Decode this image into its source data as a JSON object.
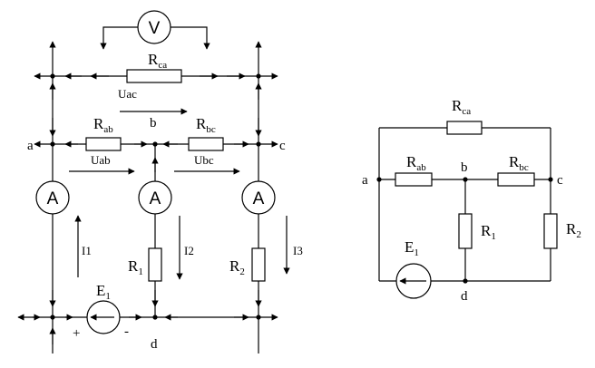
{
  "left": {
    "voltmeter": "V",
    "ammeter": "A",
    "resistors": {
      "r_ca": {
        "main": "R",
        "sub": "ca"
      },
      "r_ab": {
        "main": "R",
        "sub": "ab"
      },
      "r_bc": {
        "main": "R",
        "sub": "bc"
      },
      "r_1": {
        "main": "R",
        "sub": "1"
      },
      "r_2": {
        "main": "R",
        "sub": "2"
      }
    },
    "voltages": {
      "u_ac": "Uac",
      "u_ab": "Uab",
      "u_bc": "Ubc"
    },
    "currents": {
      "i1": "I1",
      "i2": "I2",
      "i3": "I3"
    },
    "nodes": {
      "a": "a",
      "b": "b",
      "c": "c",
      "d": "d"
    },
    "source": {
      "main": "E",
      "sub": "1",
      "plus": "+",
      "minus": "-"
    }
  },
  "right": {
    "resistors": {
      "r_ca": {
        "main": "R",
        "sub": "ca"
      },
      "r_ab": {
        "main": "R",
        "sub": "ab"
      },
      "r_bc": {
        "main": "R",
        "sub": "bc"
      },
      "r_1": {
        "main": "R",
        "sub": "1"
      },
      "r_2": {
        "main": "R",
        "sub": "2"
      }
    },
    "nodes": {
      "a": "a",
      "b": "b",
      "c": "c",
      "d": "d"
    },
    "source": {
      "main": "E",
      "sub": "1"
    }
  }
}
